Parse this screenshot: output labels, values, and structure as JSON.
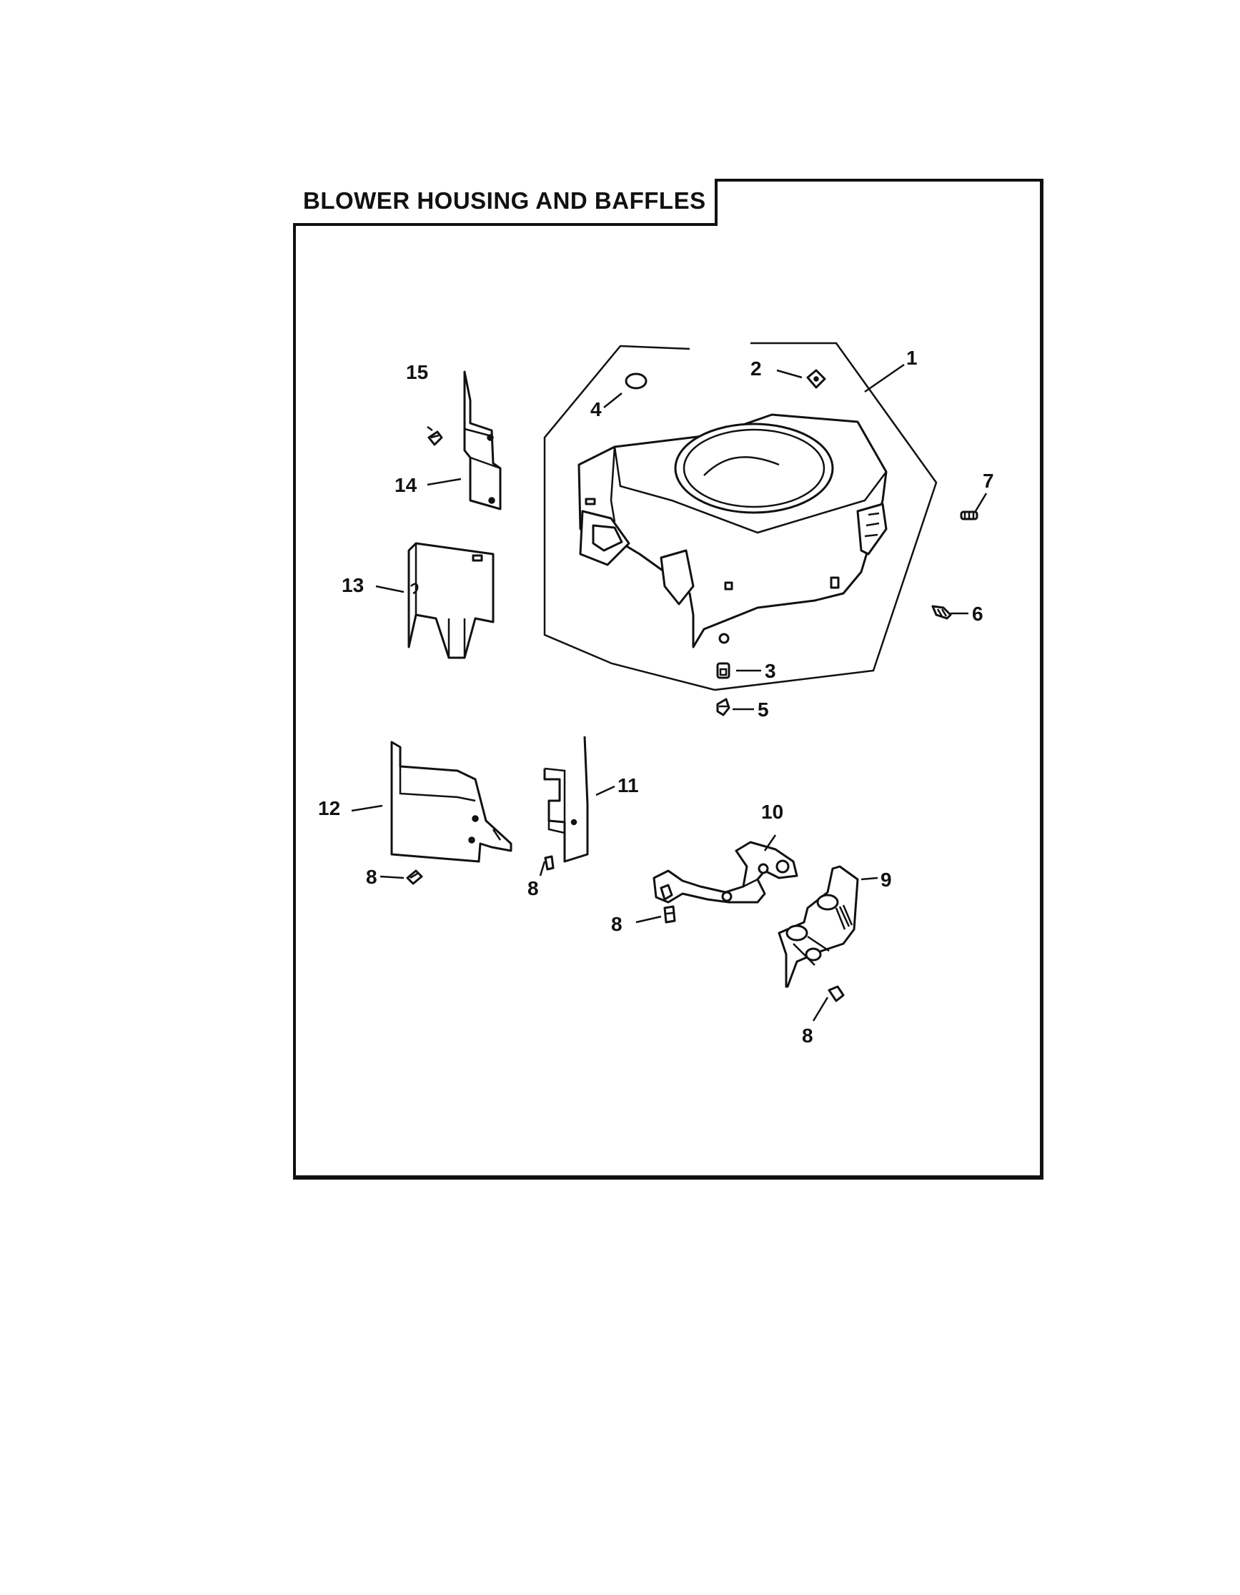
{
  "title": "BLOWER HOUSING AND BAFFLES",
  "callouts": [
    {
      "id": "c1",
      "label": "1"
    },
    {
      "id": "c2",
      "label": "2"
    },
    {
      "id": "c3",
      "label": "3"
    },
    {
      "id": "c4",
      "label": "4"
    },
    {
      "id": "c5",
      "label": "5"
    },
    {
      "id": "c6",
      "label": "6"
    },
    {
      "id": "c7",
      "label": "7"
    },
    {
      "id": "c8a",
      "label": "8"
    },
    {
      "id": "c8b",
      "label": "8"
    },
    {
      "id": "c8c",
      "label": "8"
    },
    {
      "id": "c8d",
      "label": "8"
    },
    {
      "id": "c9",
      "label": "9"
    },
    {
      "id": "c10",
      "label": "10"
    },
    {
      "id": "c11",
      "label": "11"
    },
    {
      "id": "c12",
      "label": "12"
    },
    {
      "id": "c13",
      "label": "13"
    },
    {
      "id": "c14",
      "label": "14"
    },
    {
      "id": "c15",
      "label": "15"
    }
  ]
}
